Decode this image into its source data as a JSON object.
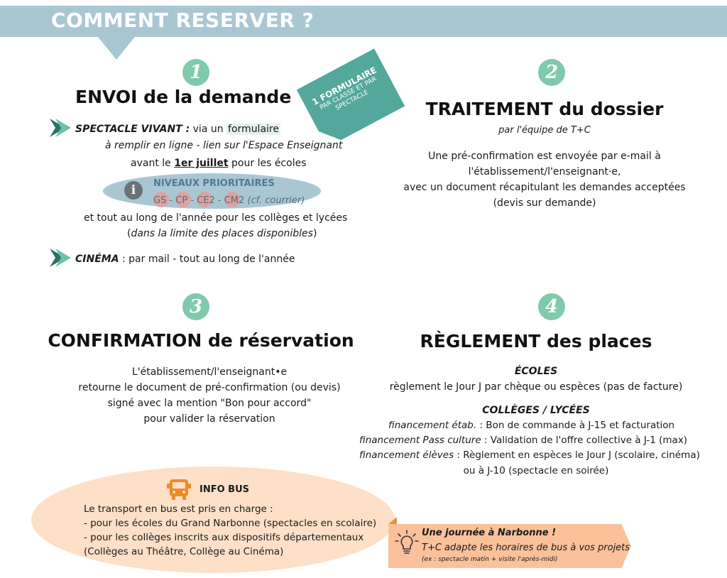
{
  "header": {
    "title": "COMMENT RESERVER ?"
  },
  "step1": {
    "number": "1",
    "title": "ENVOI de la demande",
    "badge": {
      "line1": "1 FORMULAIRE",
      "line2": "PAR CLASSE ET PAR",
      "line3": "SPECTACLE"
    },
    "spectacle_label": "SPECTACLE VIVANT :",
    "spectacle_via": " via un ",
    "spectacle_form": "formulaire",
    "spectacle_line2": "à remplir en ligne - lien sur l'Espace Enseignant",
    "deadline_before": "avant le ",
    "deadline_date": "1er juillet",
    "deadline_after": " pour les écoles",
    "priority_title": "NIVEAUX PRIORITAIRES",
    "levels": [
      "GS",
      "CP",
      "CE2",
      "CM2"
    ],
    "level_sep": " - ",
    "levels_note": " (cf. courrier)",
    "year_line": "et tout au long de l'année pour les collèges et lycées",
    "limit_open": "(",
    "limit_text": "dans la limite des places disponibles",
    "limit_close": ")",
    "cinema_label": "CINÉMA",
    "cinema_text": " : par mail - tout au long de l'année"
  },
  "step2": {
    "number": "2",
    "title": "TRAITEMENT du dossier",
    "subtitle": "par l'équipe de T+C",
    "lines": [
      "Une pré-confirmation est envoyée par e-mail à",
      "l'établissement/l'enseignant·e,",
      "avec un document récapitulant les demandes acceptées",
      "(devis sur demande)"
    ]
  },
  "step3": {
    "number": "3",
    "title": "CONFIRMATION de réservation",
    "lines": [
      "L'établissement/l'enseignant•e",
      "retourne le document de pré-confirmation (ou devis)",
      "signé avec la mention \"Bon pour accord\"",
      "pour valider la réservation"
    ]
  },
  "step4": {
    "number": "4",
    "title": "RÈGLEMENT des places",
    "ecoles_label": "ÉCOLES",
    "ecoles_text": "règlement le Jour J par chèque ou espèces (pas de facture)",
    "colleges_label": "COLLÈGES / LYCÉES",
    "fin1_label": "financement étab.",
    "fin1_text": " : Bon de commande à J-15 et facturation",
    "fin2_label": "financement Pass culture",
    "fin2_text": " : Validation de l'offre collective à J-1 (max)",
    "fin3_label": "financement élèves",
    "fin3_text": " :  Règlement en espèces le Jour J (scolaire, cinéma)",
    "fin3_line2": "ou à J-10 (spectacle en soirée)"
  },
  "bus": {
    "icon": "bus-icon",
    "title": "INFO BUS",
    "lines": [
      "Le transport en bus est pris en charge :",
      "- pour les écoles du Grand Narbonne (spectacles en scolaire)",
      " - pour les collèges inscrits aux dispositifs départementaux",
      "(Collèges au Théâtre, Collège au Cinéma)"
    ]
  },
  "narbonne": {
    "icon": "lightbulb-icon",
    "title": "Une journée à Narbonne !",
    "line": "T+C adapte les horaires de bus à vos projets",
    "note": "(ex : spectacle matin + visite l'après-midi)"
  },
  "colors": {
    "header": "#a9c7d3",
    "number": "#7fc9ad",
    "badge": "#53a79b",
    "bus": "#fde0c7",
    "narbonne": "#fbc19b",
    "bus_icon": "#f08a24"
  }
}
